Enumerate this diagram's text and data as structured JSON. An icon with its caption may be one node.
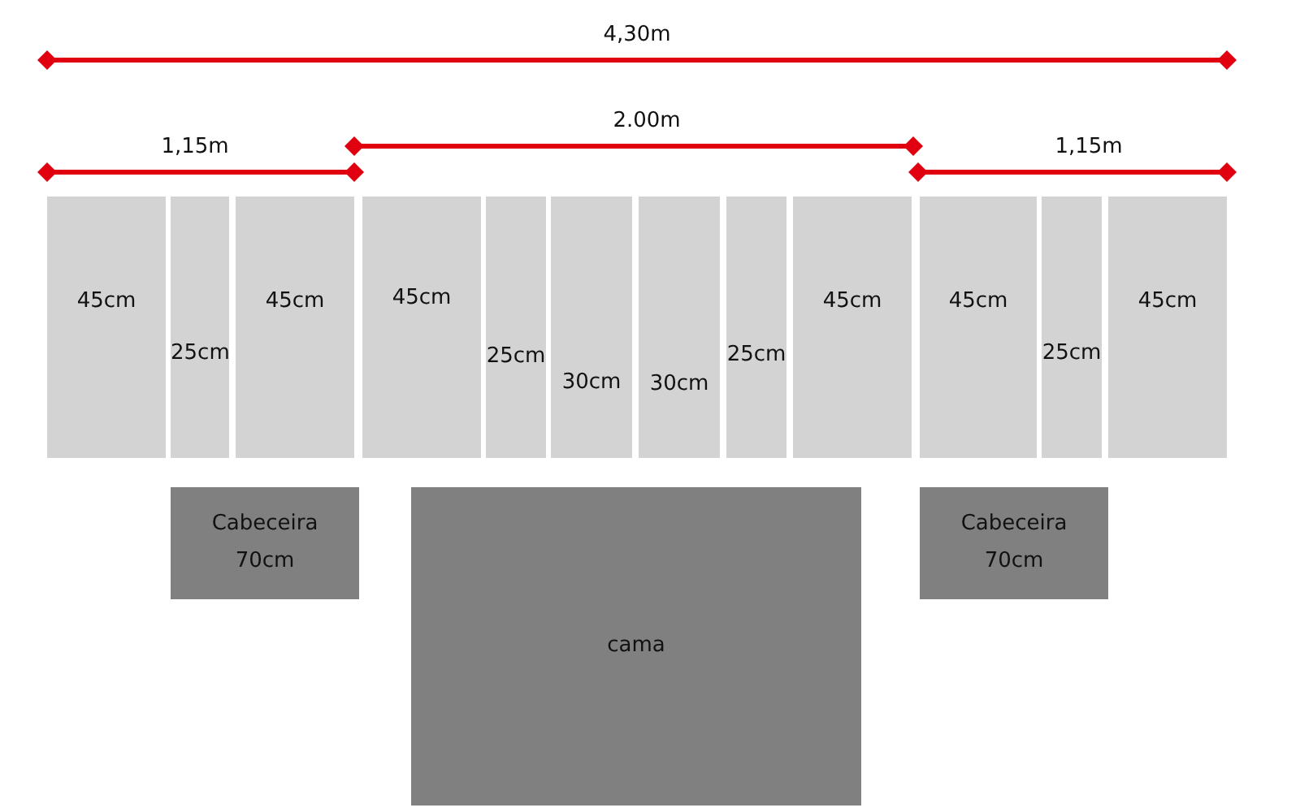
{
  "diagram": {
    "nodes": [
      {
        "text": [
          "45cm"
        ]
      },
      {
        "text": [
          "25cm"
        ]
      },
      {
        "text": [
          "45cm"
        ]
      },
      {
        "text": [
          "45cm"
        ]
      },
      {
        "text": [
          "25cm"
        ]
      },
      {
        "text": [
          "30cm"
        ]
      },
      {
        "text": [
          "30cm"
        ]
      },
      {
        "text": [
          "25cm"
        ]
      },
      {
        "text": [
          "45cm"
        ]
      },
      {
        "text": [
          "45cm"
        ]
      },
      {
        "text": [
          "25cm"
        ]
      },
      {
        "text": [
          "45cm"
        ]
      },
      {
        "text": [
          "Cabeceira",
          "70cm"
        ]
      },
      {
        "text": [
          "cama"
        ]
      },
      {
        "text": [
          "Cabeceira",
          "70cm"
        ]
      }
    ],
    "labels": [
      "4,30m",
      "2.00m",
      "1,15m",
      "1,15m"
    ]
  }
}
